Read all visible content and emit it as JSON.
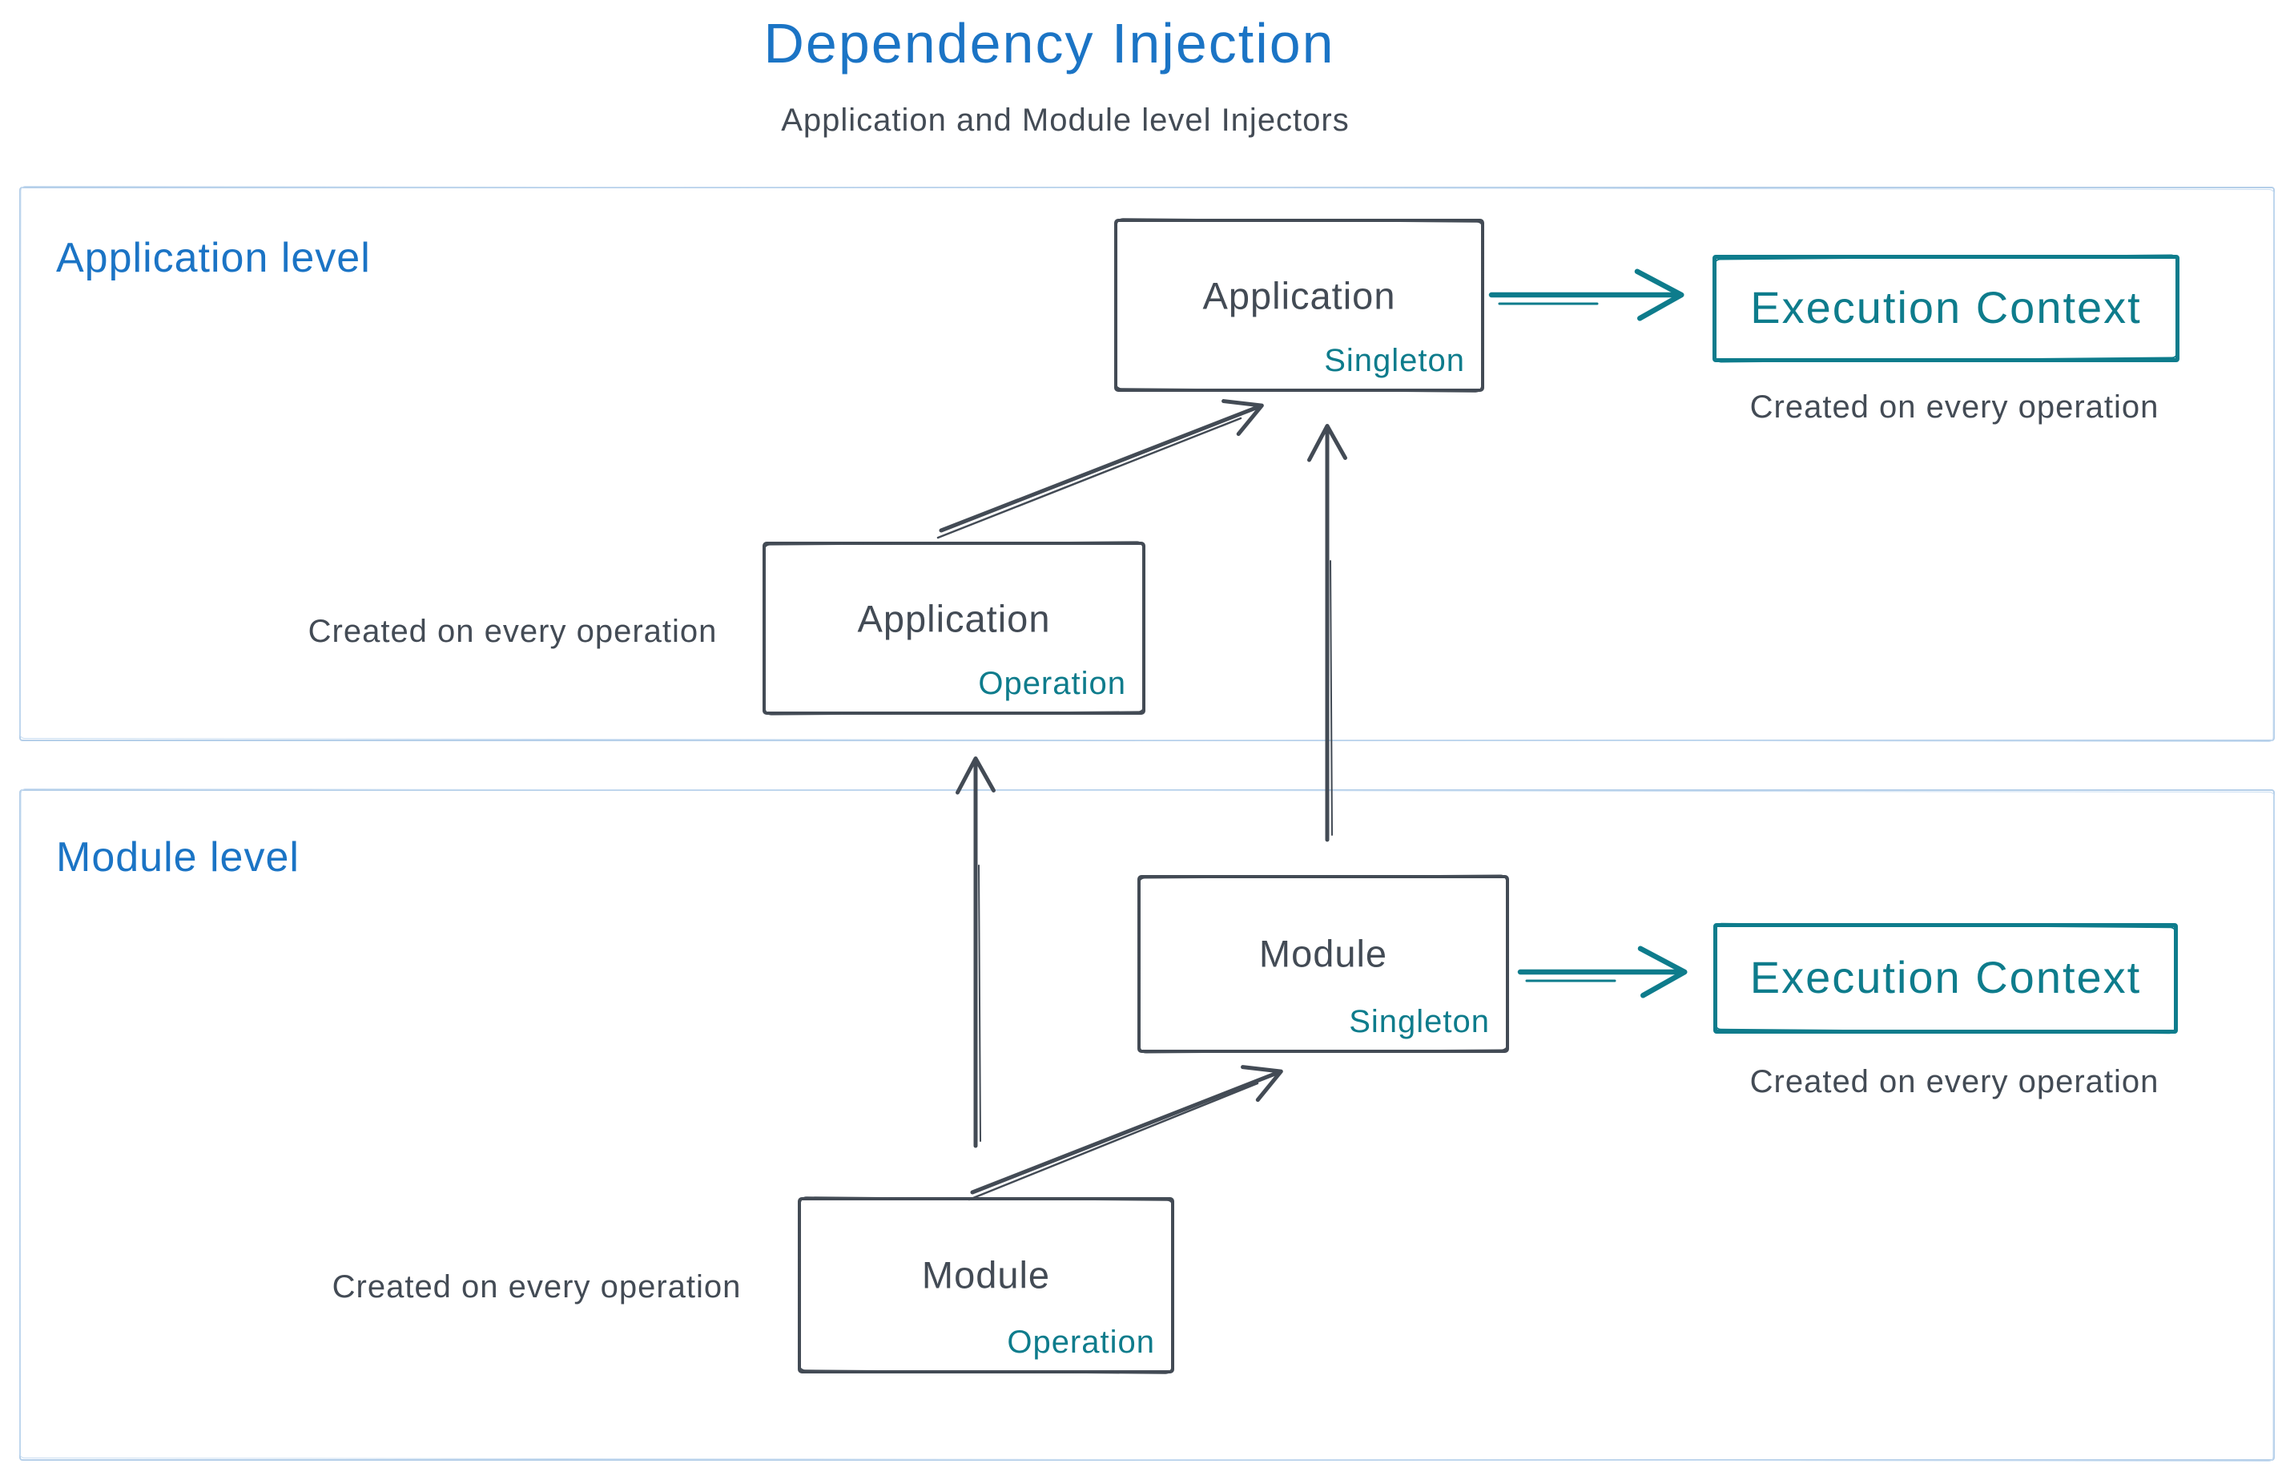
{
  "header": {
    "title": "Dependency Injection",
    "subtitle": "Application and Module level Injectors"
  },
  "application_level": {
    "section_label": "Application level",
    "singleton_node": {
      "name": "Application",
      "scope": "Singleton"
    },
    "operation_node": {
      "name": "Application",
      "scope": "Operation"
    },
    "operation_note": "Created on every operation",
    "execution_context_node": {
      "label": "Execution Context"
    },
    "execution_context_note": "Created on every operation"
  },
  "module_level": {
    "section_label": "Module level",
    "singleton_node": {
      "name": "Module",
      "scope": "Singleton"
    },
    "operation_node": {
      "name": "Module",
      "scope": "Operation"
    },
    "operation_note": "Created on every operation",
    "execution_context_node": {
      "label": "Execution Context"
    },
    "execution_context_note": "Created on every operation"
  },
  "colors": {
    "title_blue": "#1b74c5",
    "ink": "#434b55",
    "teal": "#0e7c8c",
    "section_border_blue": "#b5cfe9",
    "background": "#ffffff"
  }
}
